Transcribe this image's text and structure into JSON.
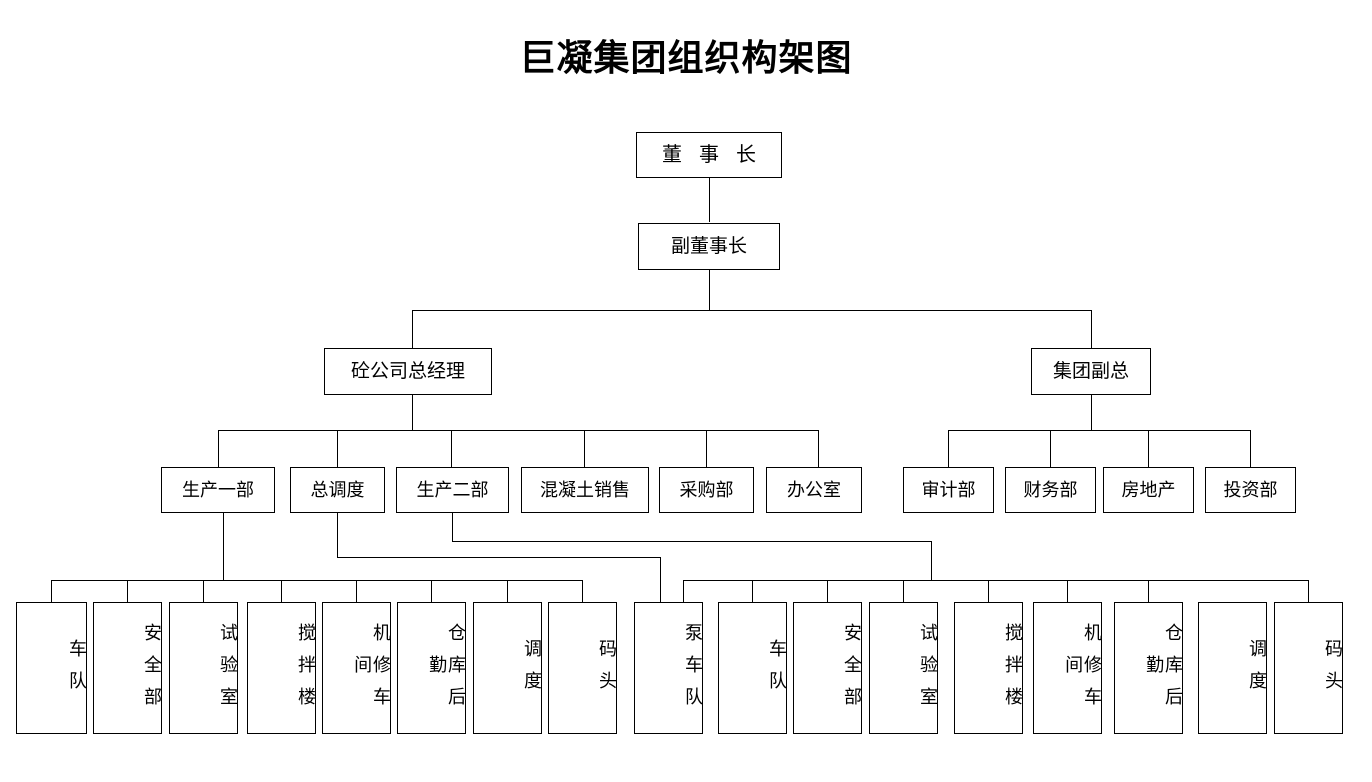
{
  "page": {
    "title": "巨凝集团组织构架图",
    "background_color": "#ffffff",
    "line_color": "#000000",
    "text_color": "#000000"
  },
  "chart_data": {
    "type": "diagram",
    "diagram_kind": "organization-chart",
    "title": "巨凝集团组织构架图",
    "levels": [
      {
        "level": 1,
        "nodes": [
          {
            "id": "chairman",
            "label": "董 事 长"
          }
        ]
      },
      {
        "level": 2,
        "nodes": [
          {
            "id": "vice-chairman",
            "label": "副董事长"
          }
        ]
      },
      {
        "level": 3,
        "nodes": [
          {
            "id": "concrete-gm",
            "label": "砼公司总经理"
          },
          {
            "id": "group-vp",
            "label": "集团副总"
          }
        ]
      },
      {
        "level": 4,
        "nodes": [
          {
            "id": "prod-dept-1",
            "label": "生产一部",
            "parent": "concrete-gm"
          },
          {
            "id": "general-dispatch",
            "label": "总调度",
            "parent": "concrete-gm"
          },
          {
            "id": "prod-dept-2",
            "label": "生产二部",
            "parent": "concrete-gm"
          },
          {
            "id": "concrete-sales",
            "label": "混凝土销售",
            "parent": "concrete-gm"
          },
          {
            "id": "purchasing-dept",
            "label": "采购部",
            "parent": "concrete-gm"
          },
          {
            "id": "office",
            "label": "办公室",
            "parent": "concrete-gm"
          },
          {
            "id": "audit-dept",
            "label": "审计部",
            "parent": "group-vp"
          },
          {
            "id": "finance-dept",
            "label": "财务部",
            "parent": "group-vp"
          },
          {
            "id": "real-estate",
            "label": "房地产",
            "parent": "group-vp"
          },
          {
            "id": "investment-dept",
            "label": "投资部",
            "parent": "group-vp"
          }
        ]
      },
      {
        "level": 5,
        "groups": [
          {
            "group_id": "prod-1-units",
            "parent": "prod-dept-1",
            "nodes": [
              {
                "id": "g1-fleet",
                "label": "车队"
              },
              {
                "id": "g1-safety",
                "label": "安全部"
              },
              {
                "id": "g1-lab",
                "label": "试验室"
              },
              {
                "id": "g1-mixing",
                "label": "搅拌楼"
              },
              {
                "id": "g1-repair",
                "label": "机修车间"
              },
              {
                "id": "g1-warehouse",
                "label": "仓库后勤"
              },
              {
                "id": "g1-dispatch",
                "label": "调度"
              },
              {
                "id": "g1-wharf",
                "label": "码头"
              }
            ]
          },
          {
            "group_id": "dispatch-unit",
            "parent": "general-dispatch",
            "nodes": [
              {
                "id": "pump-fleet",
                "label": "泵车队"
              }
            ]
          },
          {
            "group_id": "prod-2-units",
            "parent": "prod-dept-2",
            "nodes": [
              {
                "id": "g2-fleet",
                "label": "车队"
              },
              {
                "id": "g2-safety",
                "label": "安全部"
              },
              {
                "id": "g2-lab",
                "label": "试验室"
              },
              {
                "id": "g2-mixing",
                "label": "搅拌楼"
              },
              {
                "id": "g2-repair",
                "label": "机修车间"
              },
              {
                "id": "g2-warehouse",
                "label": "仓库后勤"
              },
              {
                "id": "g2-dispatch",
                "label": "调度"
              },
              {
                "id": "g2-wharf",
                "label": "码头"
              }
            ]
          }
        ]
      }
    ],
    "node_labels": {
      "chairman": "董 事 长",
      "vice_chairman": "副董事长",
      "concrete_gm": "砼公司总经理",
      "group_vp": "集团副总",
      "prod_dept_1": "生产一部",
      "general_dispatch": "总调度",
      "prod_dept_2": "生产二部",
      "concrete_sales": "混凝土销售",
      "purchasing_dept": "采购部",
      "office": "办公室",
      "audit_dept": "审计部",
      "finance_dept": "财务部",
      "real_estate": "房地产",
      "investment_dept": "投资部",
      "g1_fleet": "车队",
      "g1_safety": "安全部",
      "g1_lab": "试验室",
      "g1_mixing": "搅拌楼",
      "g1_repair": "机修车间",
      "g1_warehouse": "仓库后勤",
      "g1_dispatch": "调度",
      "g1_wharf": "码头",
      "pump_fleet": "泵车队",
      "g2_fleet": "车队",
      "g2_safety": "安全部",
      "g2_lab": "试验室",
      "g2_mixing": "搅拌楼",
      "g2_repair": "机修车间",
      "g2_warehouse": "仓库后勤",
      "g2_dispatch": "调度",
      "g2_wharf": "码头"
    }
  }
}
